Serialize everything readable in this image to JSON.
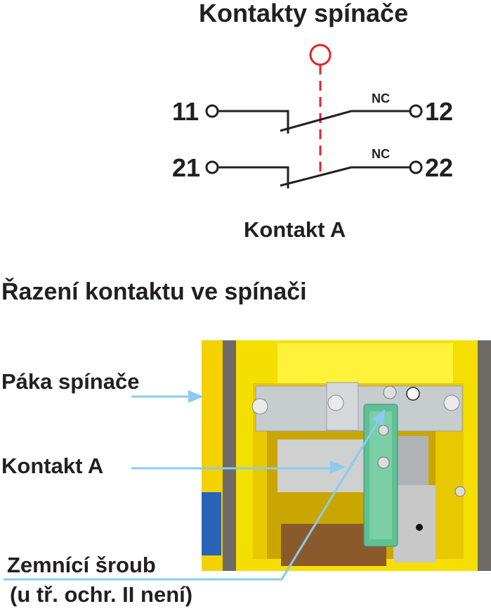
{
  "diagram": {
    "title": "Kontakty spínače",
    "contact_label": "Kontakt A",
    "terminals": [
      {
        "in": "11",
        "out": "12",
        "type": "NC"
      },
      {
        "in": "21",
        "out": "22",
        "type": "NC"
      }
    ],
    "colors": {
      "line": "#231f20",
      "actuator": "#e0242b",
      "callout": "#8ccbee"
    }
  },
  "section": {
    "title": "Řazení kontaktu ve spínači",
    "callouts": [
      {
        "label": "Páka spínače"
      },
      {
        "label": "Kontakt A"
      },
      {
        "label": "Zemnící šroub",
        "sublabel": "(u tř. ochr. II není)"
      }
    ]
  }
}
